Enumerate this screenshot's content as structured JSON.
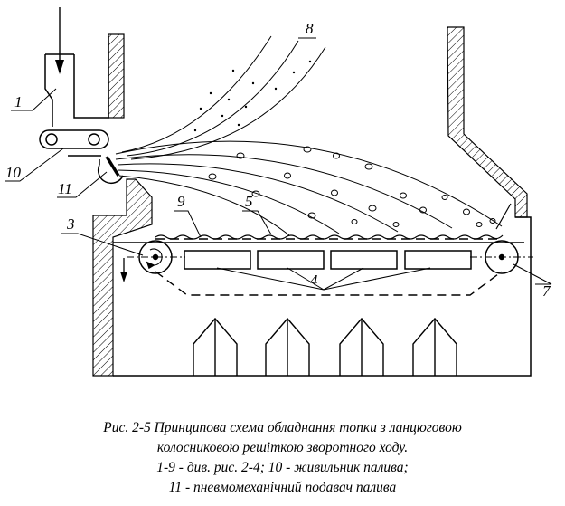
{
  "labels": {
    "n1": "1",
    "n3": "3",
    "n4": "4",
    "n5": "5",
    "n7": "7",
    "n8": "8",
    "n9": "9",
    "n10": "10",
    "n11": "11"
  },
  "caption": {
    "line1": "Рис. 2-5 Принципова схема обладнання топки з ланцюговою",
    "line2": "колосниковою решіткою зворотного ходу.",
    "line3": "1-9 - див. рис. 2-4; 10 - живильник палива;",
    "line4": "11 - пневмомеханічний подавач палива"
  },
  "colors": {
    "stroke": "#000000",
    "background": "#ffffff"
  }
}
